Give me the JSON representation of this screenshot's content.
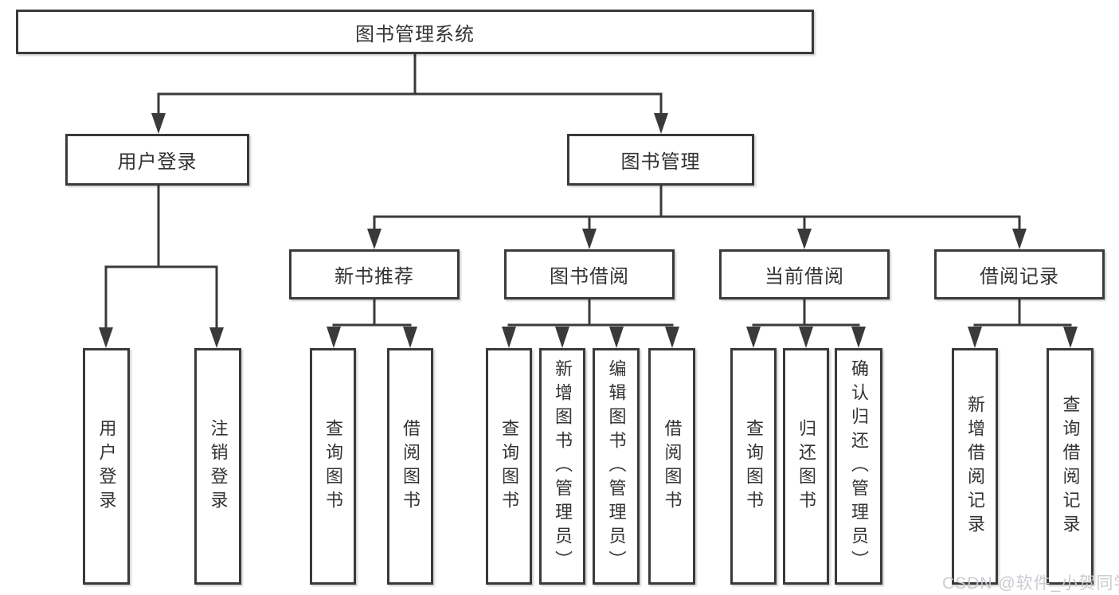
{
  "diagram": {
    "root": {
      "label": "图书管理系统"
    },
    "level2": [
      {
        "label": "用户登录"
      },
      {
        "label": "图书管理"
      }
    ],
    "level3": [
      {
        "label": "新书推荐"
      },
      {
        "label": "图书借阅"
      },
      {
        "label": "当前借阅"
      },
      {
        "label": "借阅记录"
      }
    ],
    "leaves": [
      {
        "label": "用户登录"
      },
      {
        "label": "注销登录"
      },
      {
        "label": "查询图书"
      },
      {
        "label": "借阅图书"
      },
      {
        "label": "查询图书"
      },
      {
        "label": "新增图书（管理员）"
      },
      {
        "label": "编辑图书（管理员）"
      },
      {
        "label": "借阅图书"
      },
      {
        "label": "查询图书"
      },
      {
        "label": "归还图书"
      },
      {
        "label": "确认归还（管理员）"
      },
      {
        "label": "新增借阅记录"
      },
      {
        "label": "查询借阅记录"
      }
    ]
  },
  "watermark": {
    "text": "CSDN @软件_小贺同学"
  },
  "colors": {
    "line": "#3a3a3a",
    "box_border": "#3a3a3a",
    "box_fill": "#ffffff",
    "text": "#333333",
    "watermark": "#c7c9cf"
  }
}
